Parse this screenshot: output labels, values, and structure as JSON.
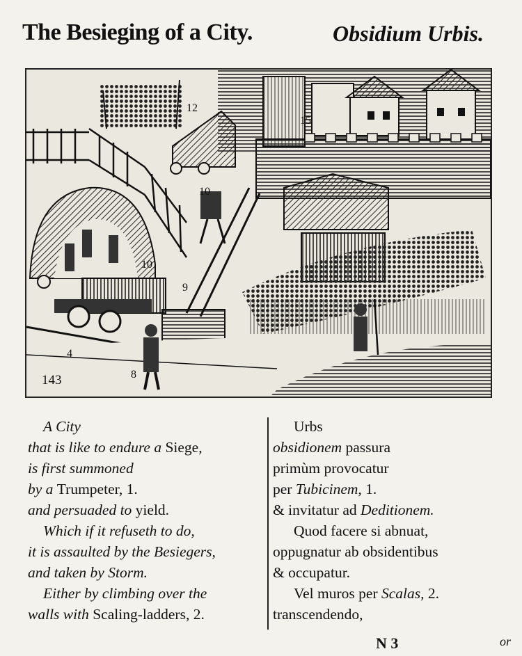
{
  "title": {
    "english": "The Besieging of a City.",
    "latin": "Obsidium Urbis."
  },
  "illustration": {
    "page_number": "143",
    "labels": [
      "12",
      "15",
      "10",
      "10",
      "9",
      "4",
      "8"
    ]
  },
  "english_column": [
    {
      "prefix": "A City",
      "roman": "",
      "suffix": ""
    },
    {
      "prefix": "that is like to endure a ",
      "roman": "Siege,",
      "suffix": ""
    },
    {
      "prefix": "is first summoned",
      "roman": "",
      "suffix": ""
    },
    {
      "prefix": "by a ",
      "roman": "Trumpeter,",
      "suffix": " 1."
    },
    {
      "prefix": "and persuaded to ",
      "roman": "yield.",
      "suffix": ""
    },
    {
      "prefix": "Which if it refuseth to do,",
      "roman": "",
      "suffix": ""
    },
    {
      "prefix": "it is assaulted by the Besiegers,",
      "roman": "",
      "suffix": ""
    },
    {
      "prefix": "and taken by Storm.",
      "roman": "",
      "suffix": ""
    },
    {
      "prefix": "Either by climbing over the",
      "roman": "",
      "suffix": ""
    },
    {
      "prefix": "walls with ",
      "roman": "Scaling-ladders,",
      "suffix": " 2."
    }
  ],
  "latin_column": [
    {
      "prefix": "Urbs",
      "italic": "",
      "suffix": ""
    },
    {
      "prefix": "",
      "italic": "obsidionem",
      "suffix": " passura"
    },
    {
      "prefix": "primùm provocatur",
      "italic": "",
      "suffix": ""
    },
    {
      "prefix": "per ",
      "italic": "Tubicinem,",
      "suffix": " 1."
    },
    {
      "prefix": "& invitatur ad ",
      "italic": "Deditionem.",
      "suffix": ""
    },
    {
      "prefix": "Quod facere si abnuat,",
      "italic": "",
      "suffix": ""
    },
    {
      "prefix": "oppugnatur ab obsidentibus",
      "italic": "",
      "suffix": ""
    },
    {
      "prefix": "& occupatur.",
      "italic": "",
      "suffix": ""
    },
    {
      "prefix": "Vel muros per ",
      "italic": "Scalas,",
      "suffix": " 2."
    },
    {
      "prefix": "transcendendo,",
      "italic": "",
      "suffix": ""
    }
  ],
  "signature": "N 3",
  "catchword": "or"
}
